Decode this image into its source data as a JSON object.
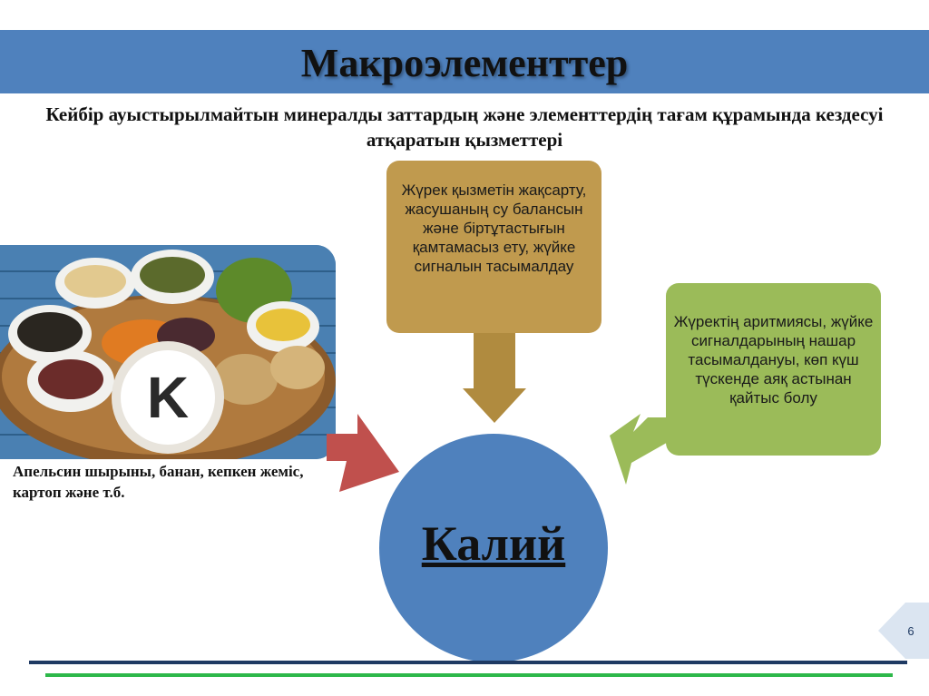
{
  "slide": {
    "title": "Макроэлементтер",
    "subtitle": "Кейбір ауыстырылмайтын минералды заттардың және элементтердің тағам құрамында кездесуі атқаратын қызметтері",
    "image_caption": "Апельсин шырыны, банан, кепкен жеміс, картоп және т.б.",
    "image_label": "K",
    "function_box": "Жүрек қызметін жақсарту, жасушаның су балансын және біртұтастығын қамтамасыз ету, жүйке сигналын тасымалдау",
    "deficiency_box": "Жүректің аритмиясы, жүйке сигналдарының нашар тасымалдануы, көп күш түскенде аяқ астынан қайтыс болу",
    "center_label": "Калий",
    "page_number": "6"
  },
  "colors": {
    "title_bar": "#4f81bd",
    "function_box": "#c09a4e",
    "deficiency_box": "#9bbb59",
    "circle": "#4f81bd",
    "arrow_red": "#c0504d",
    "arrow_gold": "#b08b3f",
    "arrow_green": "#9bbb59",
    "line_navy": "#1f3a63",
    "line_green": "#2db84a"
  }
}
